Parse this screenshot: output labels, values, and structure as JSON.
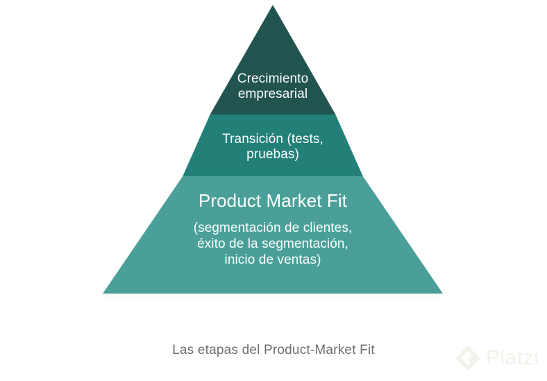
{
  "diagram": {
    "type": "pyramid",
    "title_caption": "Las etapas del Product-Market Fit",
    "background_color": "#ffffff",
    "tiers": [
      {
        "id": "growth",
        "level": 1,
        "position": "top",
        "label": "Crecimiento\nempresarial",
        "color": "#21544f",
        "text_color": "#ffffff"
      },
      {
        "id": "transition",
        "level": 2,
        "position": "middle",
        "label": "Transición (tests,\npruebas)",
        "color": "#228078",
        "text_color": "#ffffff"
      },
      {
        "id": "product-market-fit",
        "level": 3,
        "position": "base",
        "title": "Product Market Fit",
        "detail": "(segmentación de clientes,\néxito de la segmentación,\ninicio de ventas)",
        "color": "#4aa099",
        "text_color": "#ffffff"
      }
    ]
  },
  "caption": {
    "text": "Las etapas del Product-Market Fit",
    "color": "#6e6e6e"
  },
  "watermark": {
    "brand": "Platzi",
    "icon": "platzi-diamond-logo",
    "color": "#f1f3ea"
  }
}
